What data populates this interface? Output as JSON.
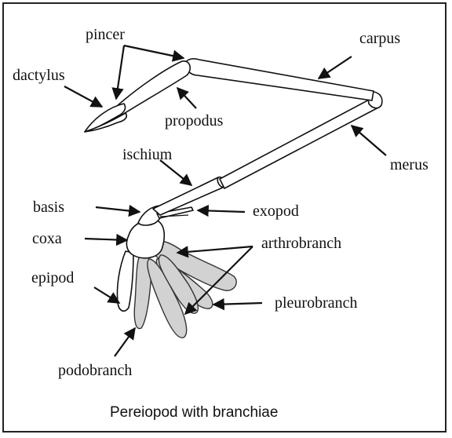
{
  "labels": {
    "pincer": "pincer",
    "dactylus": "dactylus",
    "propodus": "propodus",
    "carpus": "carpus",
    "merus": "merus",
    "ischium": "ischium",
    "basis": "basis",
    "exopod": "exopod",
    "coxa": "coxa",
    "arthrobranch": "arthrobranch",
    "epipod": "epipod",
    "pleurobranch": "pleurobranch",
    "podobranch": "podobranch"
  },
  "caption": "Pereiopod with branchiae",
  "colors": {
    "ink": "#111111",
    "gill_fill": "#d2d2d2",
    "frame": "#222222"
  }
}
